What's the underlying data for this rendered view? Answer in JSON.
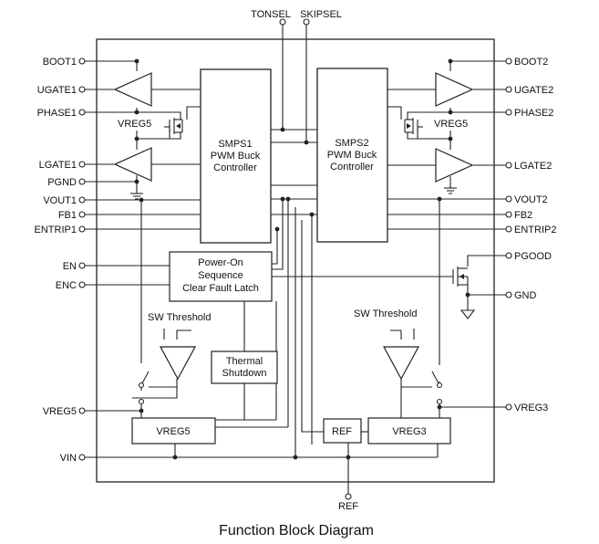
{
  "caption": "Function Block Diagram",
  "pins": {
    "left": [
      "BOOT1",
      "UGATE1",
      "PHASE1",
      "LGATE1",
      "PGND",
      "VOUT1",
      "FB1",
      "ENTRIP1",
      "EN",
      "ENC",
      "VREG5",
      "VIN"
    ],
    "right": [
      "BOOT2",
      "UGATE2",
      "PHASE2",
      "LGATE2",
      "VOUT2",
      "FB2",
      "ENTRIP2",
      "PGOOD",
      "GND",
      "VREG3"
    ],
    "top": [
      "TONSEL",
      "SKIPSEL"
    ],
    "bottom": [
      "REF"
    ]
  },
  "blocks": {
    "smps1": [
      "SMPS1",
      "PWM Buck",
      "Controller"
    ],
    "smps2": [
      "SMPS2",
      "PWM Buck",
      "Controller"
    ],
    "power_on": [
      "Power-On",
      "Sequence",
      "Clear Fault Latch"
    ],
    "thermal": [
      "Thermal",
      "Shutdown"
    ],
    "vreg5_block": "VREG5",
    "vreg3_block": "VREG3",
    "ref_block": "REF"
  },
  "labels": {
    "vreg5_left": "VREG5",
    "vreg5_right": "VREG5",
    "sw_threshold_left": "SW Threshold",
    "sw_threshold_right": "SW Threshold"
  }
}
